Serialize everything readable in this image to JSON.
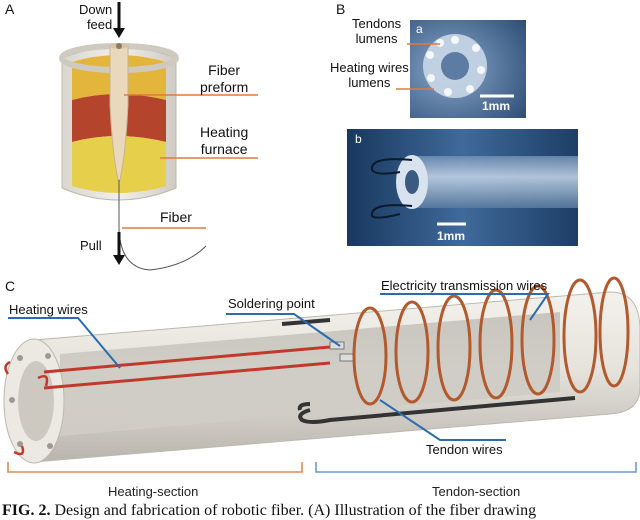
{
  "panels": {
    "a": "A",
    "b": "B",
    "c": "C"
  },
  "panel_a": {
    "down_feed": "Down\nfeed",
    "fiber_preform": "Fiber\npreform",
    "heating_furnace": "Heating\nfurnace",
    "fiber": "Fiber",
    "pull": "Pull"
  },
  "panel_b": {
    "sub_a": "a",
    "sub_b": "b",
    "tendons_lumens": "Tendons\nlumens",
    "heating_wires_lumens": "Heating wires\nlumens",
    "scale_a": "1mm",
    "scale_b": "1mm"
  },
  "panel_c": {
    "heating_wires": "Heating wires",
    "soldering_point": "Soldering point",
    "electricity_wires": "Electricity transmission wires",
    "tendon_wires": "Tendon wires",
    "heating_section": "Heating-section",
    "tendon_section": "Tendon-section"
  },
  "caption": {
    "prefix": "FIG. 2.",
    "text": " Design and fabrication of robotic fiber. (A) Illustration of the fiber drawing"
  },
  "colors": {
    "leader_orange": "#e07a3a",
    "leader_blue": "#2b6cb0",
    "heating_bracket": "#e08a50",
    "tendon_bracket": "#6a9ad0"
  }
}
